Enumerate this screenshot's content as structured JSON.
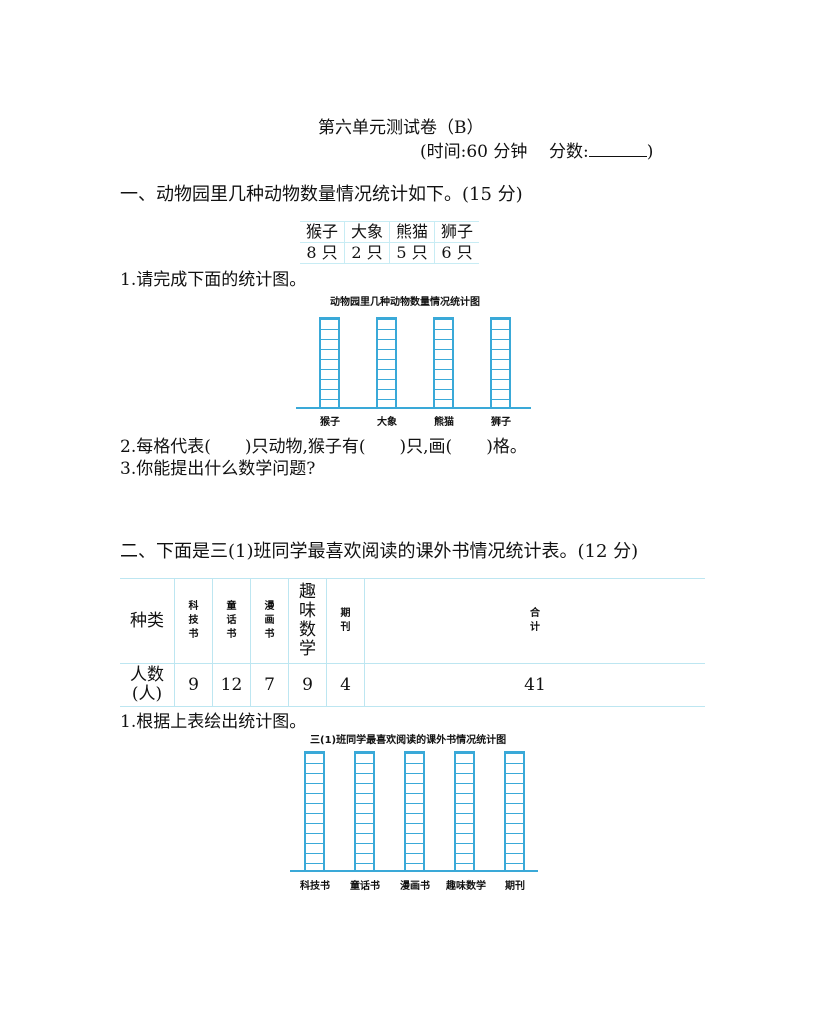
{
  "header": {
    "title": "第六单元测试卷（B）",
    "time_prefix": "(时间:60 分钟",
    "score_label": "分数:",
    "score_suffix": ")"
  },
  "section1": {
    "heading": "一、动物园里几种动物数量情况统计如下。(15 分)",
    "table": {
      "names": [
        "猴子",
        "大象",
        "熊猫",
        "狮子"
      ],
      "counts": [
        "8 只",
        "2 只",
        "5 只",
        "6 只"
      ]
    },
    "q1": "1.请完成下面的统计图。",
    "chart": {
      "title": "动物园里几种动物数量情况统计图",
      "labels": [
        "猴子",
        "大象",
        "熊猫",
        "狮子"
      ]
    },
    "q2": "2.每格代表(　　)只动物,猴子有(　　)只,画(　　)格。",
    "q3": "3.你能提出什么数学问题?"
  },
  "section2": {
    "heading": "二、下面是三(1)班同学最喜欢阅读的课外书情况统计表。(12 分)",
    "table": {
      "row1_label": "种类",
      "cats": [
        "科技书",
        "童话书",
        "漫画书",
        "趣味数学",
        "期刊"
      ],
      "total_label": "合计",
      "row2_label": "人数(人)",
      "values": [
        "9",
        "12",
        "7",
        "9",
        "4"
      ],
      "total": "41"
    },
    "q1": "1.根据上表绘出统计图。",
    "chart": {
      "title": "三(1)班同学最喜欢阅读的课外书情况统计图",
      "labels": [
        "科技书",
        "童话书",
        "漫画书",
        "趣味数学",
        "期刊"
      ]
    }
  }
}
